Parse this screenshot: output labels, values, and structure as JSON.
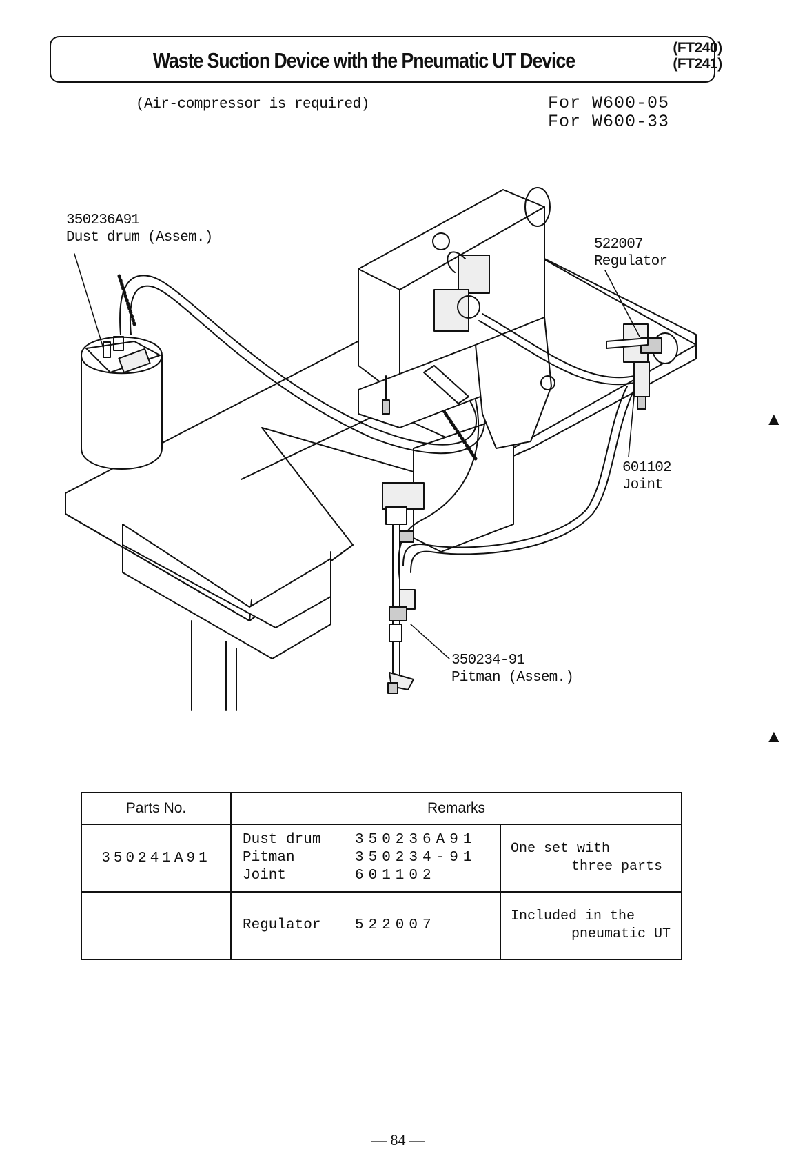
{
  "header": {
    "title": "Waste Suction Device with the Pneumatic UT Device",
    "models": [
      "(FT240)",
      "(FT241)"
    ]
  },
  "note": "(Air-compressor is required)",
  "for_lines": [
    "For W600-05",
    "For W600-33"
  ],
  "callouts": {
    "dust_drum": {
      "part_no": "350236A91",
      "name": "Dust drum (Assem.)"
    },
    "regulator": {
      "part_no": "522007",
      "name": "Regulator"
    },
    "joint": {
      "part_no": "601102",
      "name": "Joint"
    },
    "pitman": {
      "part_no": "350234-91",
      "name": "Pitman (Assem.)"
    }
  },
  "table": {
    "headers": {
      "parts_no": "Parts No.",
      "remarks": "Remarks"
    },
    "rows": [
      {
        "parts_no": "350241A91",
        "items": [
          {
            "name": "Dust drum",
            "number": "350236A91"
          },
          {
            "name": "Pitman",
            "number": "350234-91"
          },
          {
            "name": "Joint",
            "number": "601102"
          }
        ],
        "remark": [
          "One set with",
          "three parts"
        ]
      },
      {
        "parts_no": "",
        "items": [
          {
            "name": "Regulator",
            "number": "522007"
          }
        ],
        "remark": [
          "Included in the",
          "pneumatic UT"
        ]
      }
    ]
  },
  "page_number": "— 84 —"
}
